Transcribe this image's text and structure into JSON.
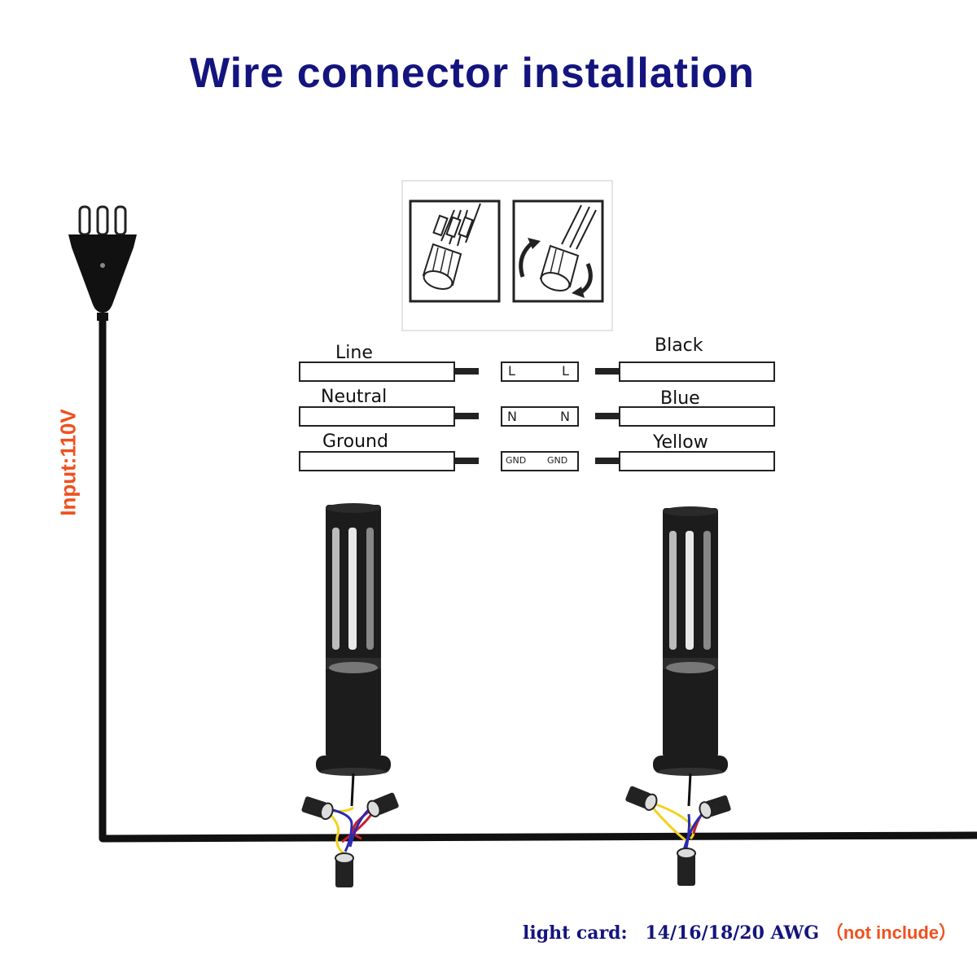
{
  "title": "Wire connector installation",
  "input_label": "Input:110V",
  "left_labels": {
    "line": "Line",
    "neutral": "Neutral",
    "ground": "Ground"
  },
  "right_labels": {
    "black": "Black",
    "blue": "Blue",
    "yellow": "Yellow"
  },
  "terminals": {
    "l_left": "L",
    "l_right": "L",
    "n_left": "N",
    "n_right": "N",
    "gnd_left": "GND",
    "gnd_right": "GND"
  },
  "footer": {
    "label": "light card:",
    "gauge": "14/16/18/20 AWG",
    "note": "（not include）"
  },
  "colors": {
    "title": "#14147f",
    "input_label": "#f0501e",
    "wire_yellow": "#f2d21e",
    "wire_red": "#c8202a",
    "wire_blue": "#2a2ab4",
    "cable": "#111111"
  },
  "icons": [
    "wire-strands-icon",
    "rotate-arrows-icon",
    "plug-icon",
    "wire-connector-icon",
    "bollard-light-icon"
  ]
}
